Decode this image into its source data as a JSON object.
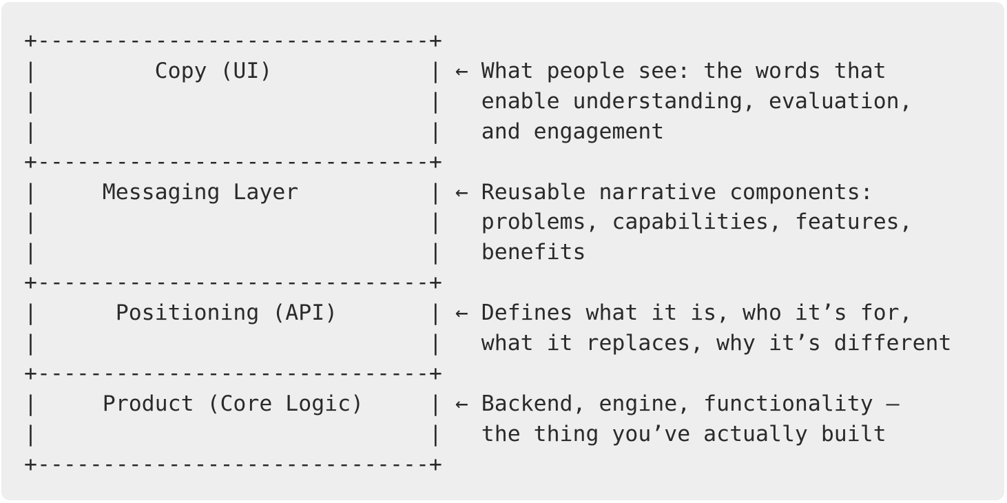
{
  "diagram": {
    "lines": [
      "+------------------------------+",
      "|         Copy (UI)            | ← What people see: the words that",
      "|                              |   enable understanding, evaluation,",
      "|                              |   and engagement",
      "+------------------------------+",
      "|     Messaging Layer          | ← Reusable narrative components:",
      "|                              |   problems, capabilities, features,",
      "|                              |   benefits",
      "+------------------------------+",
      "|      Positioning (API)       | ← Defines what it is, who it’s for,",
      "|                              |   what it replaces, why it’s different",
      "+------------------------------+",
      "|     Product (Core Logic)     | ← Backend, engine, functionality —",
      "|                              |   the thing you’ve actually built",
      "+------------------------------+"
    ]
  },
  "colors": {
    "background": "#eeeeee",
    "text": "#2a2a2a"
  }
}
